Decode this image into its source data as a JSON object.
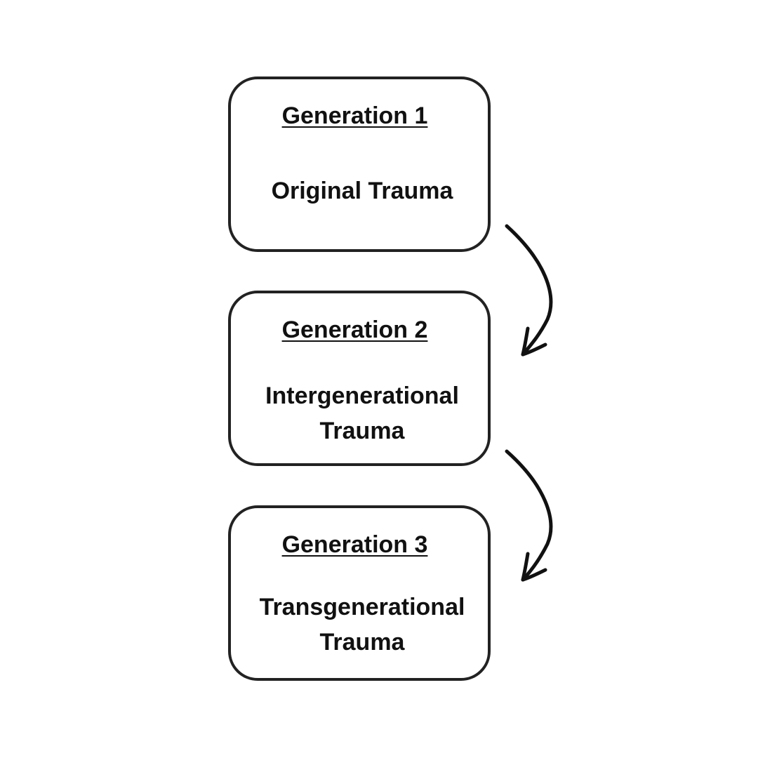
{
  "stages": [
    {
      "heading": "Generation 1",
      "lines": [
        "Original Trauma"
      ]
    },
    {
      "heading": "Generation 2",
      "lines": [
        "Intergenerational",
        "Trauma"
      ]
    },
    {
      "heading": "Generation 3",
      "lines": [
        "Transgenerational",
        "Trauma"
      ]
    }
  ],
  "colors": {
    "stroke": "#222222",
    "text": "#111111",
    "background": "#ffffff"
  }
}
